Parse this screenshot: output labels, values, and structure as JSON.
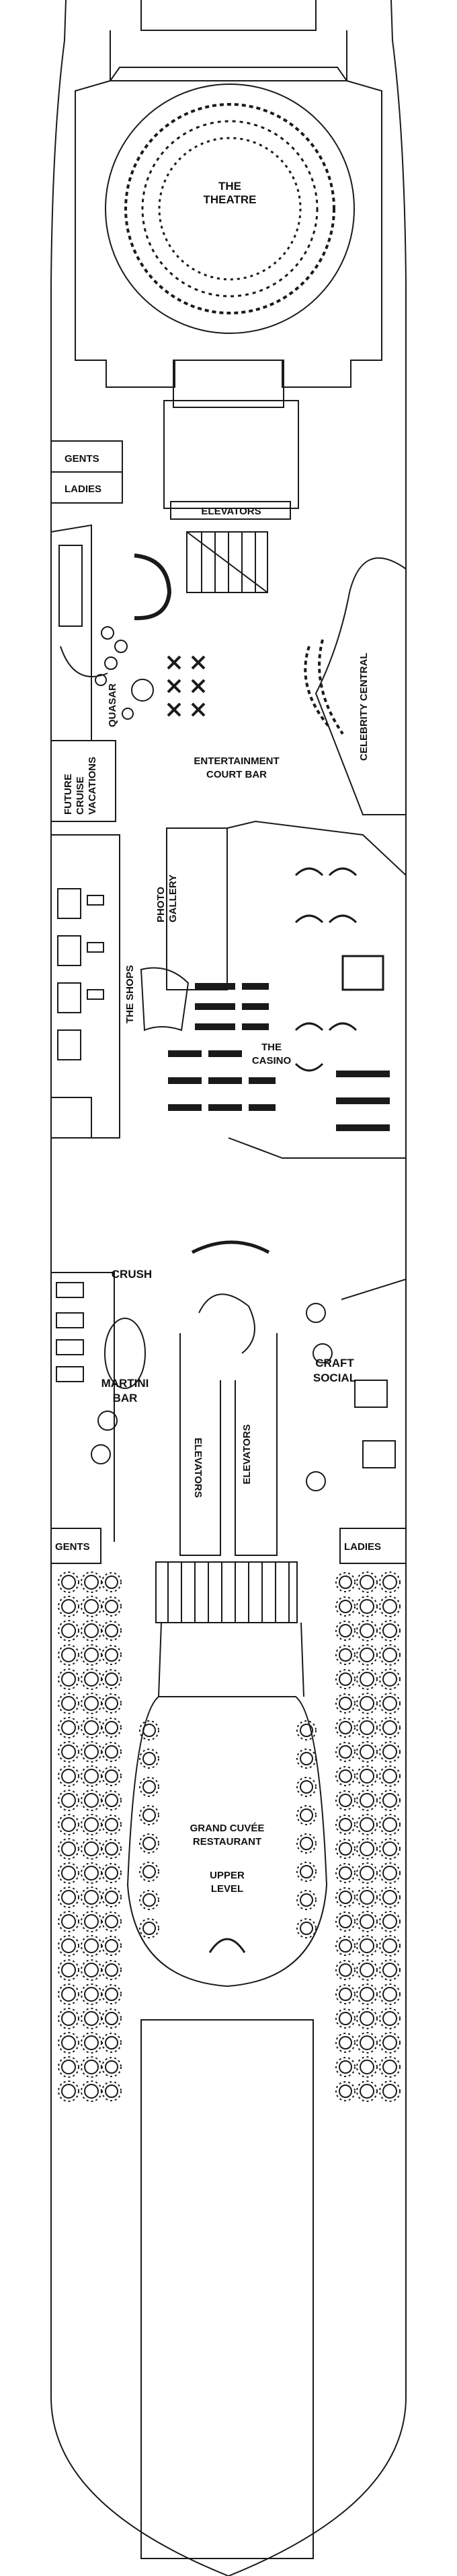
{
  "colors": {
    "line": "#1a1a1a",
    "fill": "#ffffff",
    "seat": "#1a1a1a"
  },
  "labels": {
    "theatre_1": "THE",
    "theatre_2": "THEATRE",
    "gents_top": "GENTS",
    "ladies_top": "LADIES",
    "elevators_fwd": "ELEVATORS",
    "quasar": "QUASAR",
    "celebrity_central": "CELEBRITY CENTRAL",
    "fcv_1": "FUTURE",
    "fcv_2": "CRUISE",
    "fcv_3": "VACATIONS",
    "ecb_1": "ENTERTAINMENT",
    "ecb_2": "COURT BAR",
    "photo_gallery_1": "PHOTO",
    "photo_gallery_2": "GALLERY",
    "the_shops": "THE SHOPS",
    "casino_1": "THE",
    "casino_2": "CASINO",
    "crush": "CRUSH",
    "martini_1": "MARTINI",
    "martini_2": "BAR",
    "craft_1": "CRAFT",
    "craft_2": "SOCIAL",
    "elevators_mid_a": "ELEVATORS",
    "elevators_mid_b": "ELEVATORS",
    "gents_aft": "GENTS",
    "ladies_aft": "LADIES",
    "gc_1": "GRAND CUVÉE",
    "gc_2": "RESTAURANT",
    "gc_3": "UPPER",
    "gc_4": "LEVEL"
  }
}
